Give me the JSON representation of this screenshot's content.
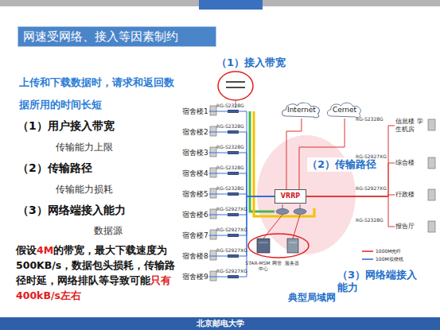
{
  "diagram": {
    "title": "网速受网络、接入等因素制约",
    "nodes": [
      {
        "text": [
          "网速受网络、接入等因素制约"
        ]
      },
      {
        "text": [
          "宿舍楼1"
        ]
      },
      {
        "text": [
          "宿舍楼2"
        ]
      },
      {
        "text": [
          "宿舍楼3"
        ]
      },
      {
        "text": [
          "宿舍楼4"
        ]
      },
      {
        "text": [
          "宿舍楼5"
        ]
      },
      {
        "text": [
          "宿舍楼6"
        ]
      },
      {
        "text": [
          "宿舍楼7"
        ]
      },
      {
        "text": [
          "宿舍楼8"
        ]
      },
      {
        "text": [
          "宿舍楼9"
        ]
      },
      {
        "text": [
          "Internet"
        ]
      },
      {
        "text": [
          "Cernet"
        ]
      },
      {
        "text": [
          "VRRP"
        ]
      },
      {
        "text": [
          "信息楼 学生机房"
        ]
      },
      {
        "text": [
          "综合楼"
        ]
      },
      {
        "text": [
          "行政楼"
        ]
      },
      {
        "text": [
          "报告厅"
        ]
      },
      {
        "text": [
          "北京邮电大学"
        ]
      }
    ],
    "edges": [
      {
        "from": 1,
        "to": 12,
        "arrow": "none"
      },
      {
        "from": 2,
        "to": 12,
        "arrow": "none"
      },
      {
        "from": 3,
        "to": 12,
        "arrow": "none"
      },
      {
        "from": 4,
        "to": 12,
        "arrow": "none"
      },
      {
        "from": 5,
        "to": 12,
        "arrow": "none"
      },
      {
        "from": 6,
        "to": 12,
        "arrow": "none"
      },
      {
        "from": 7,
        "to": 12,
        "arrow": "none"
      },
      {
        "from": 8,
        "to": 12,
        "arrow": "none"
      },
      {
        "from": 9,
        "to": 12,
        "arrow": "none"
      },
      {
        "from": 10,
        "to": 12,
        "arrow": "none"
      },
      {
        "from": 11,
        "to": 12,
        "arrow": "none"
      },
      {
        "from": 12,
        "to": 13,
        "arrow": "none"
      },
      {
        "from": 12,
        "to": 14,
        "arrow": "none"
      },
      {
        "from": 12,
        "to": 15,
        "arrow": "none"
      },
      {
        "from": 12,
        "to": 16,
        "arrow": "none"
      }
    ],
    "labels": [
      "上传和下载数据时，请求和返回数据所用的时间长短",
      "（1）用户接入带宽",
      "传输能力上限",
      "（2）传输路径",
      "传输能力损耗",
      "（3）网络端接入能力",
      "数据源",
      "假设",
      "4M",
      "的带宽，最大下载速度为500KB/s，数据包头损耗，传输路径时延，网络排队等导致可能",
      "只有400kB/s左右",
      "（1）接入带宽",
      "（2）传输路径",
      "（3）网络端接入能力",
      "典型局域网",
      "RG-S2328G",
      "RG-S2328G",
      "RG-S2328G",
      "RG-S2328G",
      "RG-S2328G",
      "RG-S2927XG",
      "RG-S2927XG",
      "RG-S2927XG",
      "RG-S2927XG",
      "RG-S2328G",
      "RG-S2927XG",
      "RG-S2927XG",
      "RG-S2328G",
      "STAR-MSM 网管中心",
      "服务器"
    ],
    "legend": [
      {
        "text": "1000M光纤"
      },
      {
        "text": "100M双绞线"
      }
    ]
  }
}
